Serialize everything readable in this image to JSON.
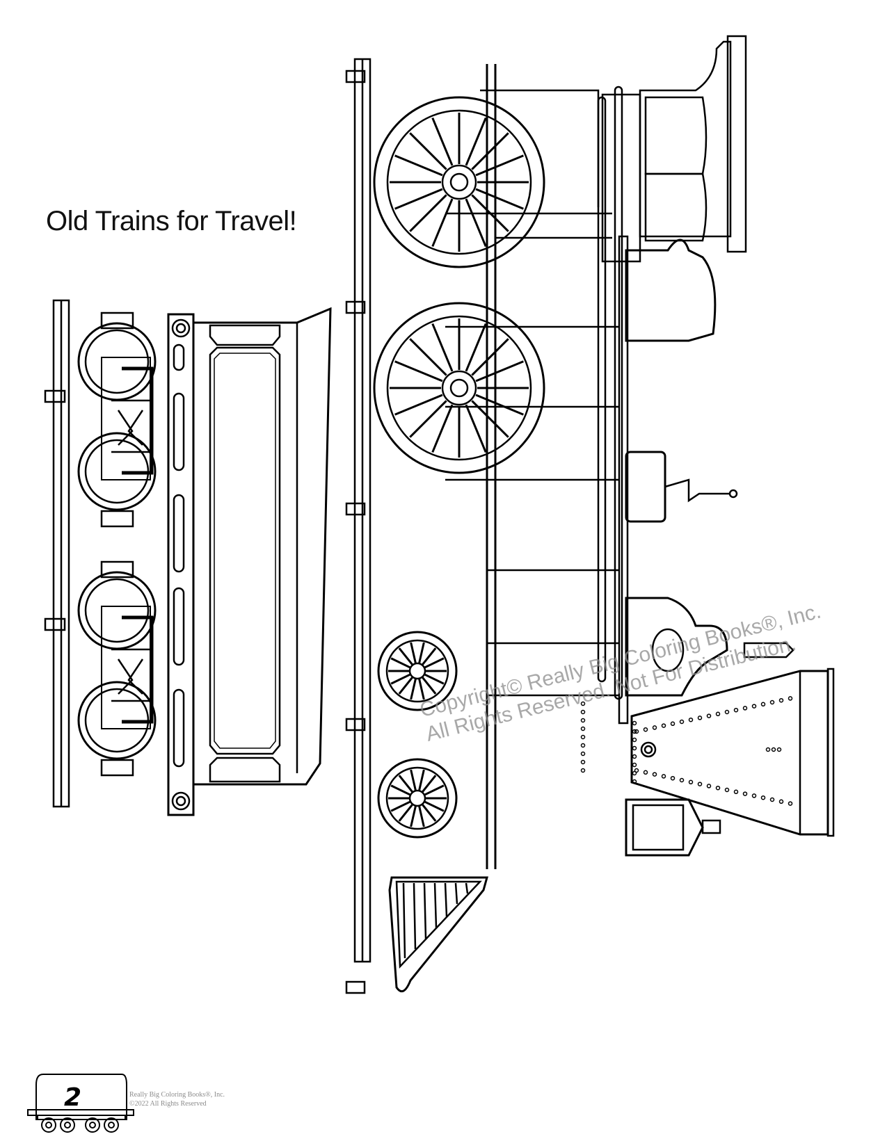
{
  "page": {
    "title": "Old Trains for Travel!",
    "page_number": "2",
    "credit_line_1": "Really Big Coloring Books®, Inc.",
    "credit_line_2": "©2022 All Rights Reserved"
  },
  "watermark": {
    "line_1": "Copyright© Really Big Coloring Books®, Inc.",
    "line_2": "All Rights Reserved. Not For Distribution."
  },
  "illustration": {
    "subject": "Vintage steam locomotive with tender car on rails (rotated)",
    "parts": [
      "tender-car",
      "locomotive",
      "rails",
      "cowcatcher",
      "smokestack",
      "headlamp",
      "driving-wheels",
      "leading-wheels",
      "cab"
    ],
    "line_color": "#000000",
    "background_color": "#ffffff"
  }
}
